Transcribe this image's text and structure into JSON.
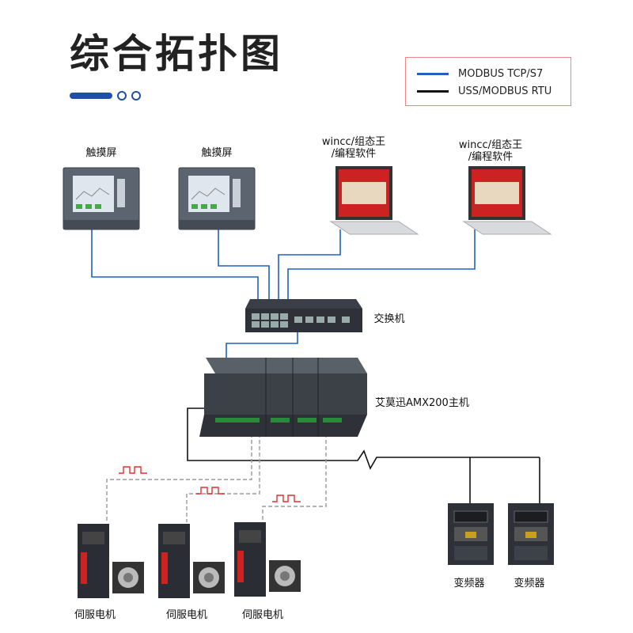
{
  "title": "综合拓扑图",
  "legend": [
    {
      "label": "MODBUS TCP/S7",
      "color": "#2060c0"
    },
    {
      "label": "USS/MODBUS RTU",
      "color": "#111111"
    }
  ],
  "labels": {
    "hmi_1": "触摸屏",
    "hmi_2": "触摸屏",
    "laptop_1": "wincc/组态王\n/编程软件",
    "laptop_2": "wincc/组态王\n/编程软件",
    "switch": "交换机",
    "plc": "艾莫迅AMX200主机",
    "servo_1": "伺服电机",
    "servo_2": "伺服电机",
    "servo_3": "伺服电机",
    "vfd_1": "变频器",
    "vfd_2": "变频器"
  },
  "colors": {
    "ethernet": "#2060c0",
    "serial": "#111111",
    "pulse": "#e03030",
    "accent": "#1f4fa8"
  }
}
